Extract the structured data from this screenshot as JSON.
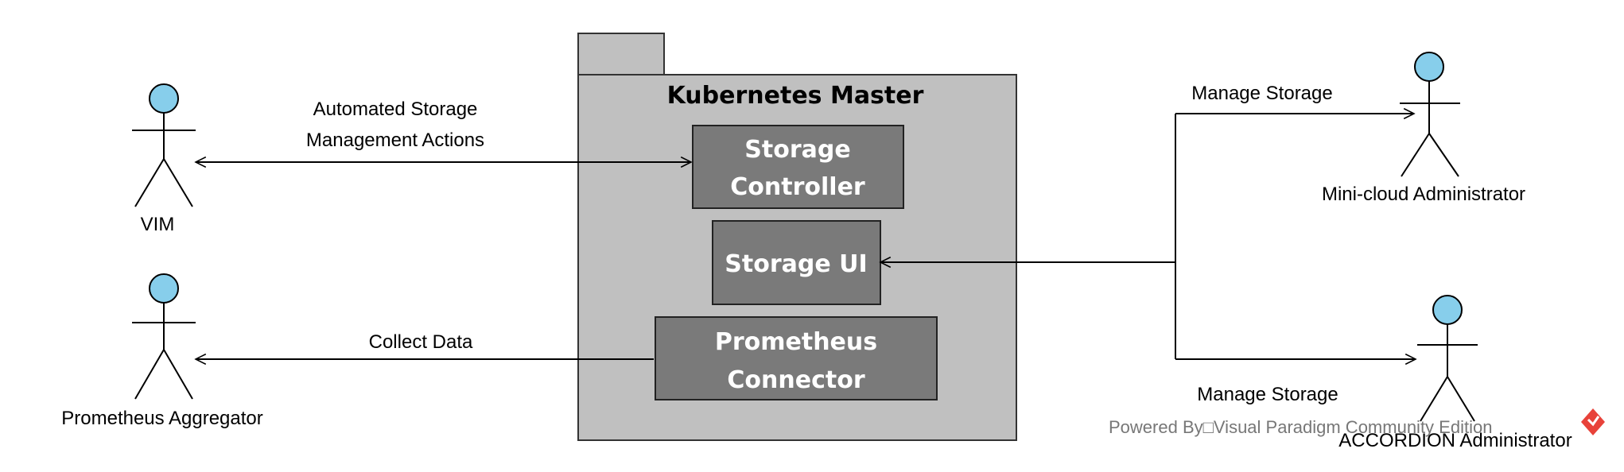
{
  "package": {
    "title": "Kubernetes Master"
  },
  "components": {
    "storage_controller": {
      "line1": "Storage",
      "line2": "Controller"
    },
    "storage_ui": {
      "label": "Storage UI"
    },
    "prometheus_connector": {
      "line1": "Prometheus",
      "line2": "Connector"
    }
  },
  "actors": {
    "vim": "VIM",
    "prometheus_aggregator": "Prometheus Aggregator",
    "mini_cloud_admin": "Mini-cloud Administrator",
    "accordion_admin": "ACCORDION Administrator"
  },
  "edges": {
    "automated_line1": "Automated Storage",
    "automated_line2": "Management Actions",
    "collect_data": "Collect Data",
    "manage_storage_top": "Manage Storage",
    "manage_storage_bottom": "Manage Storage"
  },
  "footer": {
    "powered_by": "Powered By□Visual Paradigm Community Edition"
  },
  "colors": {
    "package_fill": "#c0c0c0",
    "component_fill": "#7a7a7a",
    "actor_head": "#87ceeb",
    "logo": "#e8423a"
  }
}
